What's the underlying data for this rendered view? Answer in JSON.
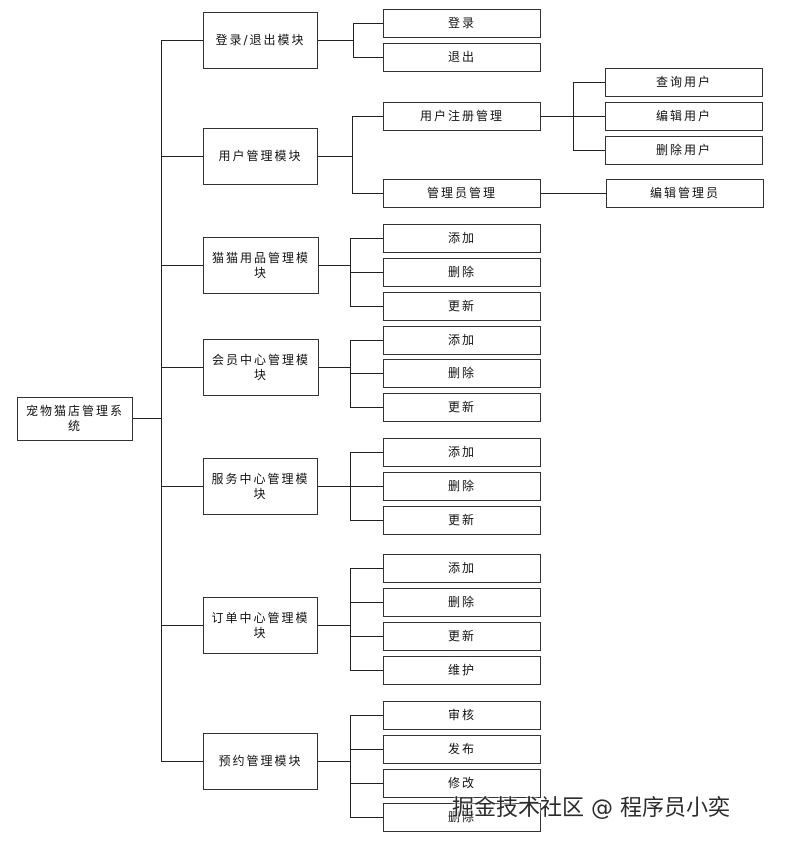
{
  "root": "宠物猫店管理系统",
  "modules": [
    {
      "label": "登录/退出模块",
      "children": [
        {
          "label": "登录"
        },
        {
          "label": "退出"
        }
      ]
    },
    {
      "label": "用户管理模块",
      "children": [
        {
          "label": "用户注册管理",
          "children": [
            {
              "label": "查询用户"
            },
            {
              "label": "编辑用户"
            },
            {
              "label": "删除用户"
            }
          ]
        },
        {
          "label": "管理员管理",
          "children": [
            {
              "label": "编辑管理员"
            }
          ]
        }
      ]
    },
    {
      "label": "猫猫用品管理模块",
      "children": [
        {
          "label": "添加"
        },
        {
          "label": "删除"
        },
        {
          "label": "更新"
        }
      ]
    },
    {
      "label": "会员中心管理模块",
      "children": [
        {
          "label": "添加"
        },
        {
          "label": "删除"
        },
        {
          "label": "更新"
        }
      ]
    },
    {
      "label": "服务中心管理模块",
      "children": [
        {
          "label": "添加"
        },
        {
          "label": "删除"
        },
        {
          "label": "更新"
        }
      ]
    },
    {
      "label": "订单中心管理模块",
      "children": [
        {
          "label": "添加"
        },
        {
          "label": "删除"
        },
        {
          "label": "更新"
        },
        {
          "label": "维护"
        }
      ]
    },
    {
      "label": "预约管理模块",
      "children": [
        {
          "label": "审核"
        },
        {
          "label": "发布"
        },
        {
          "label": "修改"
        },
        {
          "label": "删除"
        }
      ]
    }
  ],
  "watermark": "掘金技术社区 @ 程序员小奕"
}
